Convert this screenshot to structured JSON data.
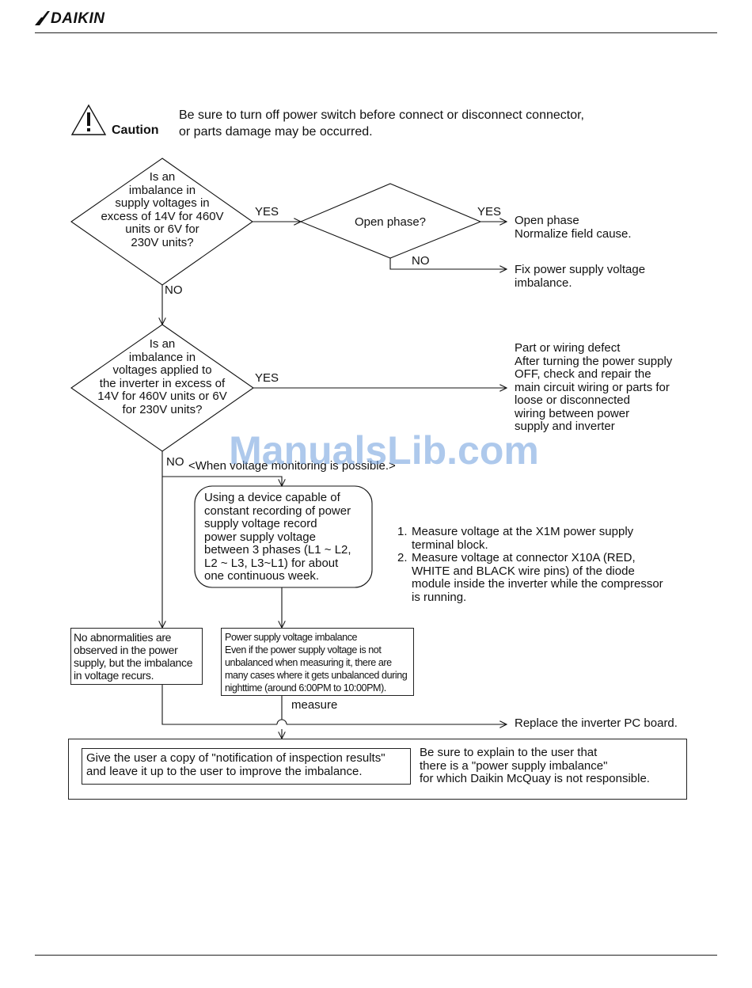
{
  "header": {
    "brand": "DAIKIN"
  },
  "caution": {
    "label": "Caution",
    "text_line1": "Be sure to turn off power switch before connect or disconnect connector,",
    "text_line2": "or parts damage may be occurred."
  },
  "decision1": {
    "lines": [
      "Is an",
      "imbalance in",
      "supply voltages in",
      "excess of 14V for 460V",
      "units or 6V for",
      "230V units?"
    ],
    "yes": "YES",
    "no": "NO"
  },
  "decision_open_phase": {
    "text": "Open phase?",
    "yes": "YES",
    "no": "NO"
  },
  "result_open_phase": {
    "line1": "Open phase",
    "line2": "Normalize field cause."
  },
  "result_fix_imbalance": {
    "line1": "Fix power supply voltage",
    "line2": "imbalance."
  },
  "decision2": {
    "lines": [
      "Is an",
      "imbalance in",
      "voltages applied to",
      "the inverter in excess of",
      "14V for 460V units or 6V",
      "for 230V units?"
    ],
    "yes": "YES",
    "no": "NO"
  },
  "result_part_defect": {
    "lines": [
      "Part or wiring defect",
      "After turning the power supply",
      "OFF, check and repair the",
      "main circuit wiring or parts for",
      "loose or disconnected",
      "wiring between power",
      "supply and inverter"
    ]
  },
  "monitoring_note": "<When voltage monitoring is possible.>",
  "record_box": {
    "lines": [
      "Using a device capable of",
      "constant recording of power",
      "supply voltage  record",
      "power supply voltage",
      "between 3 phases (L1 ~ L2,",
      "L2 ~ L3, L3~L1) for about",
      "one continuous week."
    ]
  },
  "measure_steps": {
    "items": [
      {
        "num": "1.",
        "lines": [
          "Measure voltage at the X1M power supply",
          "terminal block."
        ]
      },
      {
        "num": "2.",
        "lines": [
          "Measure voltage at connector X10A (RED,",
          "WHITE and BLACK wire pins) of the diode",
          "module inside the inverter while the compressor",
          "is running."
        ]
      }
    ]
  },
  "no_abnormal_box": {
    "lines": [
      "No abnormalities are",
      "observed in the power",
      "supply, but the imbalance",
      "in voltage recurs."
    ]
  },
  "imbalance_box": {
    "lines": [
      "Power supply voltage imbalance",
      "Even if the power supply voltage is not",
      "unbalanced when measuring it, there are",
      "many cases where it gets unbalanced during",
      "nighttime (around 6:00PM to 10:00PM)."
    ]
  },
  "measure_label": "measure",
  "replace_board": "Replace the inverter PC board.",
  "final": {
    "inner_line1": "Give the user a copy of \"notification of inspection results\"",
    "inner_line2": "and leave it up to the user to improve the imbalance.",
    "explain_lines": [
      "Be sure to explain to the user that",
      "there is a \"power supply imbalance\"",
      "for which Daikin McQuay is not responsible."
    ]
  },
  "watermark": "ManualsLib.com"
}
